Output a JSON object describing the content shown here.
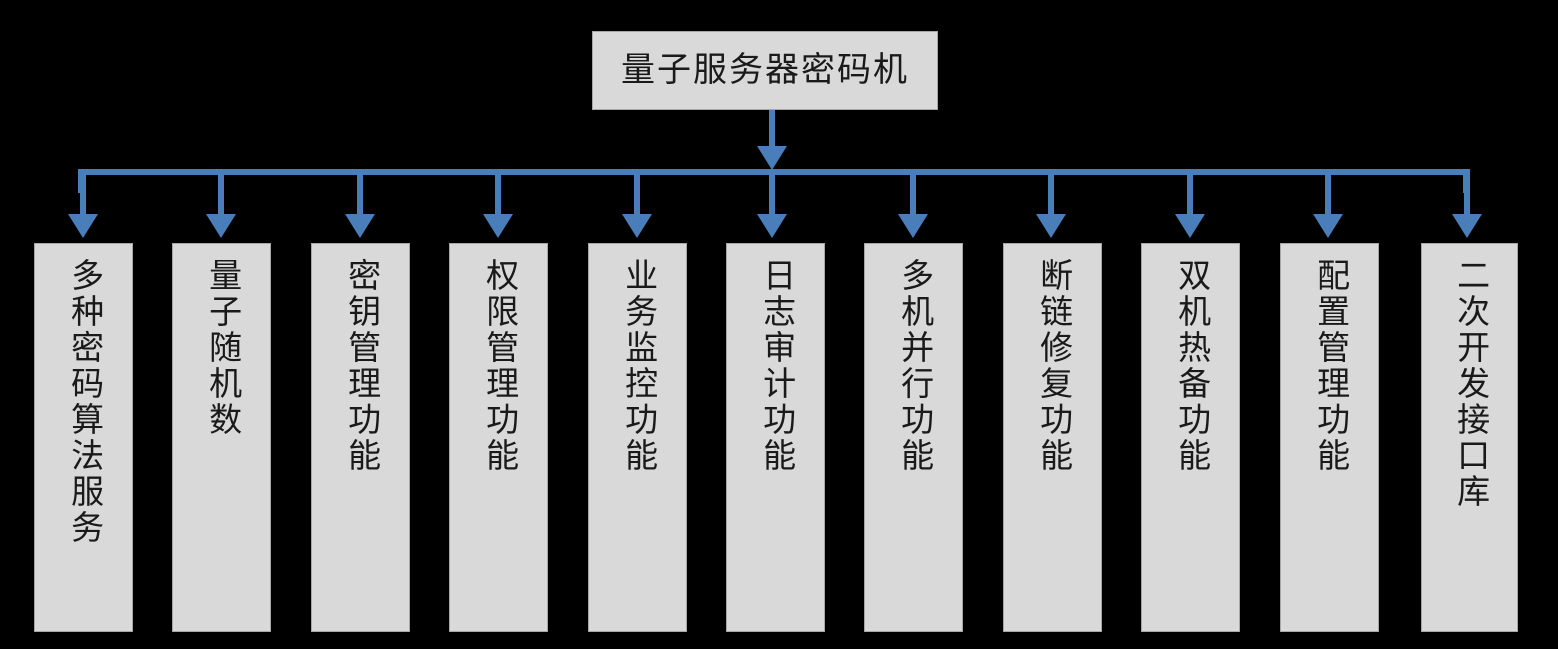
{
  "diagram": {
    "type": "hierarchy-tree",
    "orientation": "top-down-bus",
    "background_color": "#000000",
    "node_fill_color": "#d9d9d9",
    "node_border_color": "#a6a6a6",
    "connector_color": "#4a7ebb",
    "root": {
      "label": "量子服务器密码机"
    },
    "children": [
      {
        "label": "多种密码算法服务"
      },
      {
        "label": "量子随机数"
      },
      {
        "label": "密钥管理功能"
      },
      {
        "label": "权限管理功能"
      },
      {
        "label": "业务监控功能"
      },
      {
        "label": "日志审计功能"
      },
      {
        "label": "多机并行功能"
      },
      {
        "label": "断链修复功能"
      },
      {
        "label": "双机热备功能"
      },
      {
        "label": "配置管理功能"
      },
      {
        "label": "二次开发接口库"
      }
    ]
  }
}
